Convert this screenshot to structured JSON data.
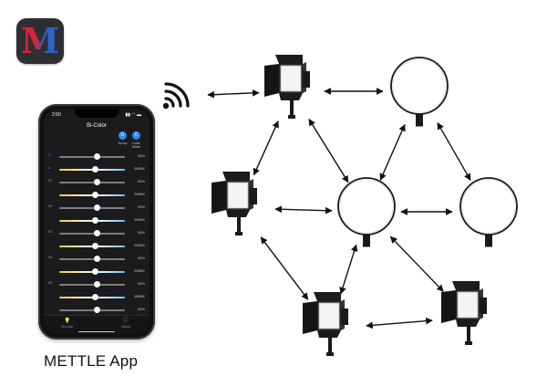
{
  "caption": "METTLE App",
  "logo": {
    "letter": "M"
  },
  "phone": {
    "status_time": "2:50",
    "status_icons": "▮▮ ◠ ▬",
    "title": "Bi-Color",
    "modes": [
      {
        "label": "Group",
        "icon": "G"
      },
      {
        "label": "Color Mode",
        "icon": "C"
      }
    ],
    "rows": [
      {
        "label": "✳",
        "kind": "bright",
        "value": "54%",
        "level": 0.58
      },
      {
        "label": "🌢",
        "kind": "temp",
        "value": "5050K",
        "level": 0.55
      },
      {
        "label": "01",
        "kind": "bright",
        "value": "54%",
        "level": 0.58
      },
      {
        "label": "",
        "kind": "temp",
        "value": "5050K",
        "level": 0.55
      },
      {
        "label": "02",
        "kind": "bright",
        "value": "54%",
        "level": 0.58
      },
      {
        "label": "",
        "kind": "temp",
        "value": "5050K",
        "level": 0.55
      },
      {
        "label": "03",
        "kind": "bright",
        "value": "54%",
        "level": 0.58
      },
      {
        "label": "",
        "kind": "temp",
        "value": "5050K",
        "level": 0.55
      },
      {
        "label": "04",
        "kind": "bright",
        "value": "54%",
        "level": 0.58
      },
      {
        "label": "",
        "kind": "temp",
        "value": "5050K",
        "level": 0.55
      },
      {
        "label": "05",
        "kind": "bright",
        "value": "54%",
        "level": 0.58
      },
      {
        "label": "",
        "kind": "temp",
        "value": "5050K",
        "level": 0.55
      },
      {
        "label": "",
        "kind": "bright",
        "value": "54%",
        "level": 0.58
      }
    ],
    "tabs": [
      {
        "label": "Bi-Color",
        "icon": "💡",
        "color": "#2d8cf0"
      },
      {
        "label": "About",
        "icon": "ⓘ",
        "color": "#9a9a9a"
      }
    ]
  },
  "colors": {
    "accent": "#2d8cf0",
    "arrow": "#111111",
    "device": "#1a1a1a"
  },
  "devices": [
    {
      "id": "panel-top",
      "type": "panel"
    },
    {
      "id": "round-top",
      "type": "round"
    },
    {
      "id": "panel-left",
      "type": "panel"
    },
    {
      "id": "round-center",
      "type": "round"
    },
    {
      "id": "round-right",
      "type": "round"
    },
    {
      "id": "panel-bottom",
      "type": "panel"
    },
    {
      "id": "panel-bottom-right",
      "type": "panel"
    }
  ],
  "links": [
    [
      "phone",
      "panel-top"
    ],
    [
      "panel-top",
      "round-top"
    ],
    [
      "panel-top",
      "panel-left"
    ],
    [
      "panel-top",
      "round-center"
    ],
    [
      "round-top",
      "round-center"
    ],
    [
      "round-top",
      "round-right"
    ],
    [
      "panel-left",
      "round-center"
    ],
    [
      "round-center",
      "round-right"
    ],
    [
      "panel-left",
      "panel-bottom"
    ],
    [
      "round-center",
      "panel-bottom"
    ],
    [
      "round-center",
      "panel-bottom-right"
    ],
    [
      "panel-bottom",
      "panel-bottom-right"
    ]
  ]
}
